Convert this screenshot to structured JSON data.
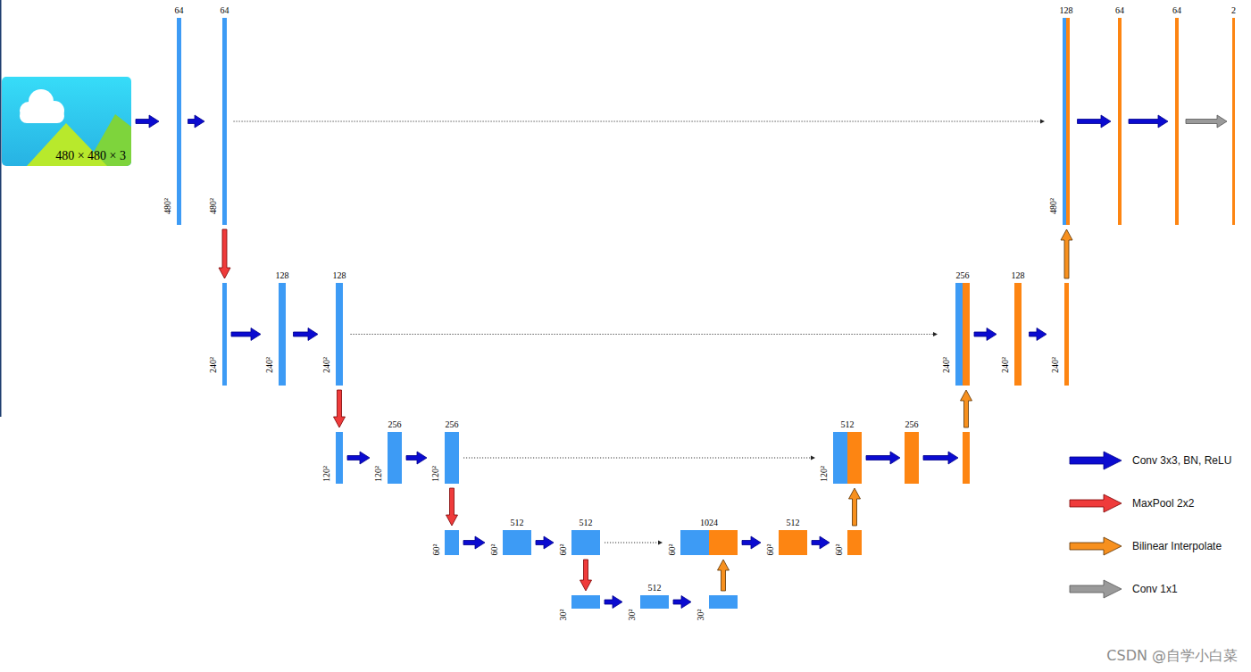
{
  "diagram": {
    "nodes": [
      {
        "text": [
          "480 × 480 × 3"
        ]
      },
      {
        "text": [
          "64",
          "480²"
        ]
      },
      {
        "text": [
          "64",
          "480²"
        ]
      },
      {
        "text": [
          "128",
          "480²"
        ]
      },
      {
        "text": [
          "64"
        ]
      },
      {
        "text": [
          "64"
        ]
      },
      {
        "text": [
          "2"
        ]
      },
      {
        "text": [
          "240²"
        ]
      },
      {
        "text": [
          "128",
          "240²"
        ]
      },
      {
        "text": [
          "128",
          "240²"
        ]
      },
      {
        "text": [
          "256",
          "240²"
        ]
      },
      {
        "text": [
          "128",
          "240²"
        ]
      },
      {
        "text": [
          "240²"
        ]
      },
      {
        "text": [
          "120²"
        ]
      },
      {
        "text": [
          "256",
          "120²"
        ]
      },
      {
        "text": [
          "256",
          "120²"
        ]
      },
      {
        "text": [
          "512",
          "120²"
        ]
      },
      {
        "text": [
          "256"
        ]
      },
      {
        "text": []
      },
      {
        "text": [
          "60²"
        ]
      },
      {
        "text": [
          "512",
          "60²"
        ]
      },
      {
        "text": [
          "512",
          "60²"
        ]
      },
      {
        "text": [
          "1024",
          "60²"
        ]
      },
      {
        "text": [
          "512",
          "60²"
        ]
      },
      {
        "text": [
          "60²"
        ]
      },
      {
        "text": [
          "30²"
        ]
      },
      {
        "text": [
          "512",
          "30²"
        ]
      },
      {
        "text": [
          "30²"
        ]
      }
    ],
    "edges": [
      {
        "from": 0,
        "to": 1,
        "arrow": "to"
      },
      {
        "from": 1,
        "to": 2,
        "arrow": "to"
      },
      {
        "from": 2,
        "to": 3,
        "arrow": "to"
      },
      {
        "from": 3,
        "to": 4,
        "arrow": "to"
      },
      {
        "from": 4,
        "to": 5,
        "arrow": "to"
      },
      {
        "from": 5,
        "to": 6,
        "arrow": "to"
      },
      {
        "from": 2,
        "to": 7,
        "arrow": "to"
      },
      {
        "from": 7,
        "to": 8,
        "arrow": "to"
      },
      {
        "from": 8,
        "to": 9,
        "arrow": "to"
      },
      {
        "from": 9,
        "to": 10,
        "arrow": "to"
      },
      {
        "from": 10,
        "to": 11,
        "arrow": "to"
      },
      {
        "from": 11,
        "to": 12,
        "arrow": "to"
      },
      {
        "from": 12,
        "to": 3,
        "arrow": "to"
      },
      {
        "from": 9,
        "to": 13,
        "arrow": "to"
      },
      {
        "from": 13,
        "to": 14,
        "arrow": "to"
      },
      {
        "from": 14,
        "to": 15,
        "arrow": "to"
      },
      {
        "from": 15,
        "to": 16,
        "arrow": "to"
      },
      {
        "from": 16,
        "to": 17,
        "arrow": "to"
      },
      {
        "from": 17,
        "to": 18,
        "arrow": "to"
      },
      {
        "from": 18,
        "to": 10,
        "arrow": "to"
      },
      {
        "from": 15,
        "to": 19,
        "arrow": "to"
      },
      {
        "from": 19,
        "to": 20,
        "arrow": "to"
      },
      {
        "from": 20,
        "to": 21,
        "arrow": "to"
      },
      {
        "from": 21,
        "to": 22,
        "arrow": "to"
      },
      {
        "from": 22,
        "to": 23,
        "arrow": "to"
      },
      {
        "from": 23,
        "to": 24,
        "arrow": "to"
      },
      {
        "from": 24,
        "to": 16,
        "arrow": "to"
      },
      {
        "from": 21,
        "to": 25,
        "arrow": "to"
      },
      {
        "from": 25,
        "to": 26,
        "arrow": "to"
      },
      {
        "from": 26,
        "to": 27,
        "arrow": "to"
      },
      {
        "from": 27,
        "to": 22,
        "arrow": "to"
      }
    ],
    "labels": [
      "CSDN @自学小白菜"
    ],
    "legend": [
      {
        "text": "Conv 3x3, BN, ReLU"
      },
      {
        "text": "MaxPool 2x2"
      },
      {
        "text": "Bilinear Interpolate"
      },
      {
        "text": "Conv 1x1"
      }
    ]
  }
}
